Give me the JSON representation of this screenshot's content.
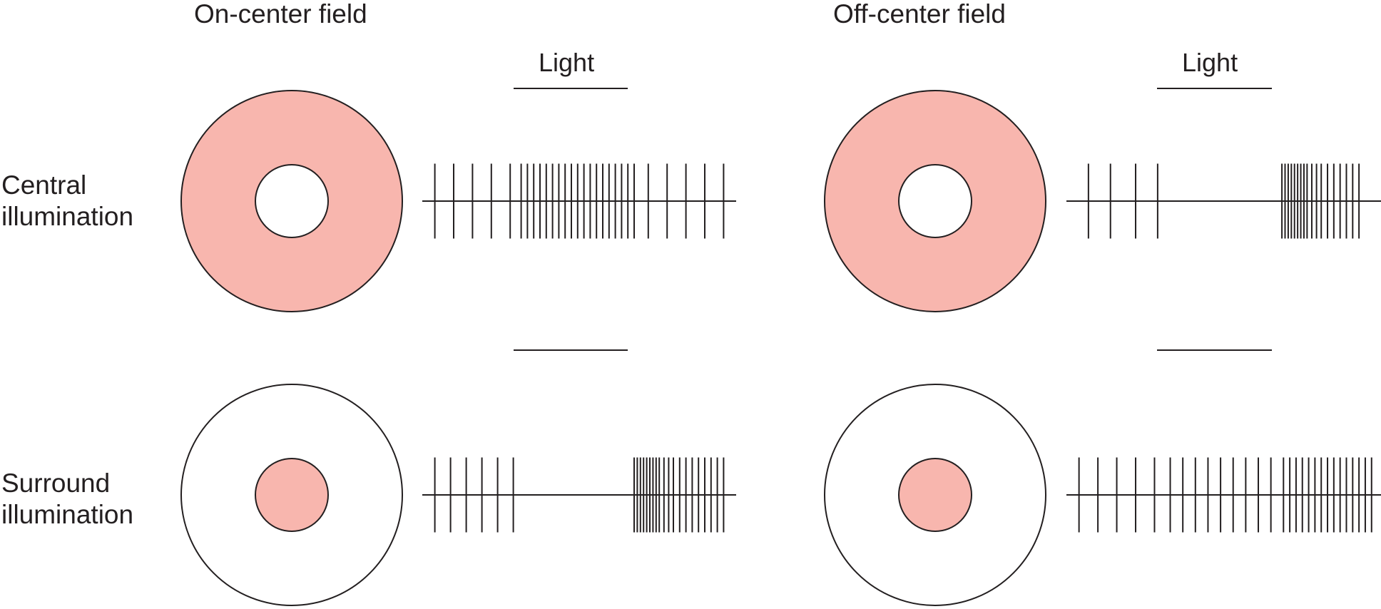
{
  "colors": {
    "stimulus": "#f8b6ae",
    "outline": "#231f20",
    "background": "#ffffff"
  },
  "columns": {
    "on_center": {
      "title": "On-center field",
      "light_label": "Light"
    },
    "off_center": {
      "title": "Off-center field",
      "light_label": "Light"
    }
  },
  "rows": {
    "central": {
      "label_line1": "Central",
      "label_line2": "illumination"
    },
    "surround": {
      "label_line1": "Surround",
      "label_line2": "illumination"
    }
  },
  "spike_trains": {
    "on_center_central": {
      "pre": [
        0.04,
        0.1,
        0.16,
        0.22,
        0.28
      ],
      "during": [
        0.315,
        0.335,
        0.355,
        0.375,
        0.395,
        0.415,
        0.435,
        0.455,
        0.475,
        0.495,
        0.515,
        0.535,
        0.555,
        0.575,
        0.595,
        0.615,
        0.635,
        0.655,
        0.675
      ],
      "post": [
        0.72,
        0.78,
        0.84,
        0.9,
        0.96
      ]
    },
    "off_center_central": {
      "pre": [
        0.07,
        0.14,
        0.22,
        0.29
      ],
      "during": [],
      "post": [
        0.685,
        0.695,
        0.705,
        0.715,
        0.725,
        0.735,
        0.745,
        0.755,
        0.765,
        0.78,
        0.795,
        0.81,
        0.83,
        0.85,
        0.87,
        0.89,
        0.91,
        0.93
      ]
    },
    "on_center_surround": {
      "pre": [
        0.04,
        0.09,
        0.14,
        0.19,
        0.24,
        0.29
      ],
      "during": [],
      "post": [
        0.675,
        0.685,
        0.695,
        0.705,
        0.715,
        0.725,
        0.735,
        0.745,
        0.755,
        0.77,
        0.785,
        0.8,
        0.82,
        0.84,
        0.86,
        0.88,
        0.9,
        0.92,
        0.94,
        0.96
      ]
    },
    "off_center_surround": {
      "pre": [
        0.04,
        0.1,
        0.16,
        0.22,
        0.28
      ],
      "during": [
        0.33,
        0.37,
        0.41,
        0.45,
        0.49,
        0.53,
        0.57,
        0.61,
        0.65
      ],
      "post": [
        0.69,
        0.71,
        0.73,
        0.75,
        0.77,
        0.79,
        0.81,
        0.83,
        0.85,
        0.87,
        0.89,
        0.91,
        0.93,
        0.95,
        0.97
      ]
    }
  },
  "light_window": {
    "start": 0.29,
    "end": 0.66
  }
}
